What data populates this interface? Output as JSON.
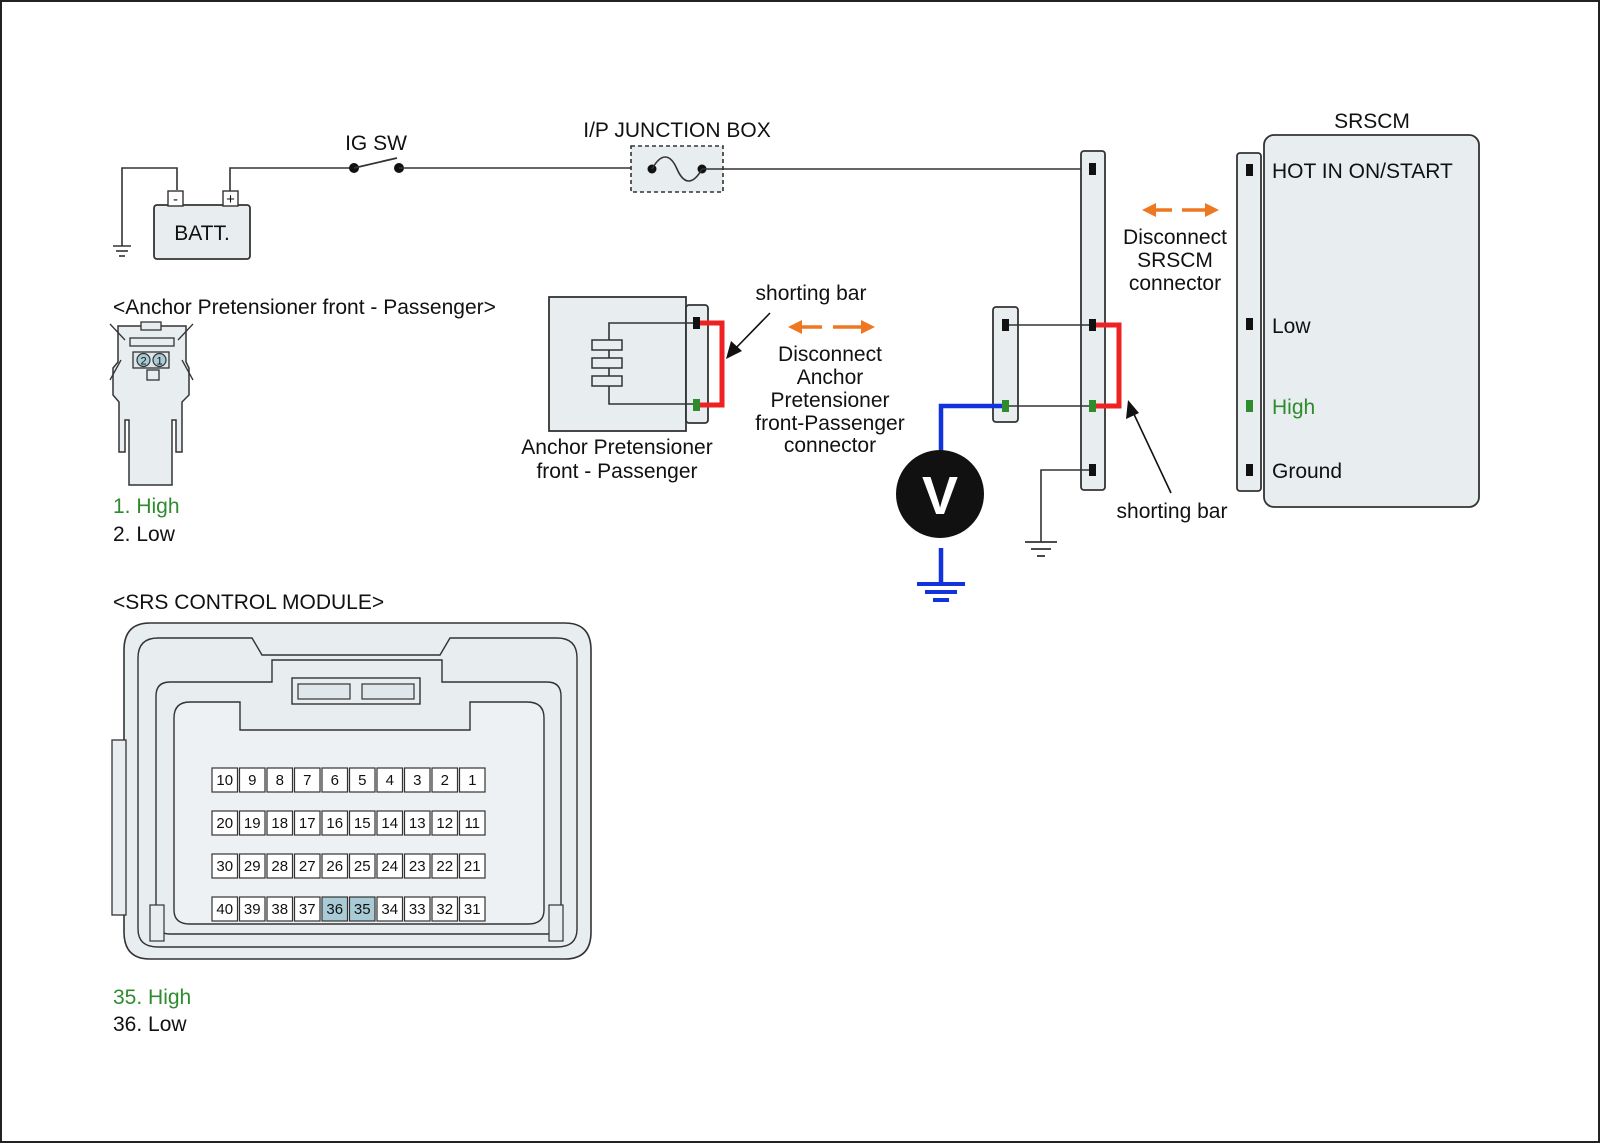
{
  "colors": {
    "connector_fill": "#e8edef",
    "shorting_bar": "#ee2222",
    "meter_wire": "#1133dd",
    "high_pin": "#2e8b2e",
    "arrow": "#ee7722",
    "highlight_pin": "#a9cbd6"
  },
  "circuit": {
    "ig_sw": "IG SW",
    "junction_box": "I/P JUNCTION BOX",
    "battery": "BATT.",
    "battery_minus": "-",
    "battery_plus": "+",
    "srscm_title": "SRSCM",
    "srscm_pins": {
      "hot": "HOT IN ON/START",
      "low": "Low",
      "high": "High",
      "ground": "Ground"
    },
    "disconnect_srscm": [
      "Disconnect",
      "SRSCM",
      "connector"
    ],
    "disconnect_anchor": [
      "Disconnect",
      "Anchor",
      "Pretensioner",
      "front-Passenger",
      "connector"
    ],
    "shorting_bar_1": "shorting bar",
    "shorting_bar_2": "shorting bar",
    "anchor_module": [
      "Anchor Pretensioner",
      "front - Passenger"
    ],
    "voltmeter": "V"
  },
  "anchor_connector": {
    "title": "<Anchor Pretensioner front - Passenger>",
    "pin_1": "1",
    "pin_2": "2",
    "legend": [
      {
        "text": "1. High",
        "highlight": true
      },
      {
        "text": "2. Low",
        "highlight": false
      }
    ]
  },
  "srs_module": {
    "title": "<SRS CONTROL MODULE>",
    "pin_rows": [
      [
        "10",
        "9",
        "8",
        "7",
        "6",
        "5",
        "4",
        "3",
        "2",
        "1"
      ],
      [
        "20",
        "19",
        "18",
        "17",
        "16",
        "15",
        "14",
        "13",
        "12",
        "11"
      ],
      [
        "30",
        "29",
        "28",
        "27",
        "26",
        "25",
        "24",
        "23",
        "22",
        "21"
      ],
      [
        "40",
        "39",
        "38",
        "37",
        "36",
        "35",
        "34",
        "33",
        "32",
        "31"
      ]
    ],
    "highlighted_pins": [
      "35",
      "36"
    ],
    "legend": [
      {
        "text": "35. High",
        "highlight": true
      },
      {
        "text": "36. Low",
        "highlight": false
      }
    ]
  }
}
